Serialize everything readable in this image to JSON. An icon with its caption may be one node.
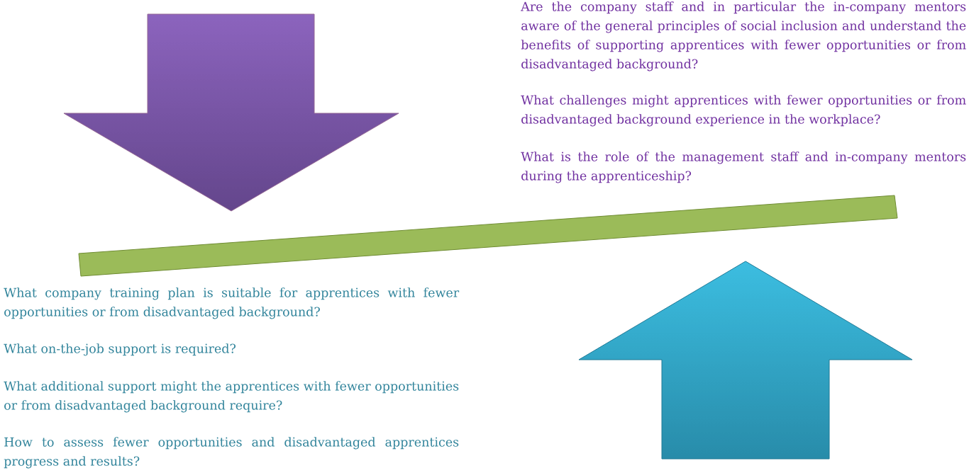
{
  "diagram": {
    "labels": [
      "Are the company staff and in particular the in-company mentors aware of the general principles of social inclusion and understand the benefits of supporting apprentices with fewer opportunities or from disadvantaged background?",
      "What challenges might apprentices with fewer opportunities or from disadvantaged background experience in the workplace?",
      "What is the role of the management staff and in-company mentors during the apprenticeship?",
      "What company training plan is suitable for apprentices with fewer opportunities or from disadvantaged background?",
      "What on-the-job support is required?",
      "What additional support might the apprentices with fewer opportunities or from disadvantaged background require?",
      "How to assess fewer opportunities and disadvantaged apprentices progress and results?"
    ]
  }
}
